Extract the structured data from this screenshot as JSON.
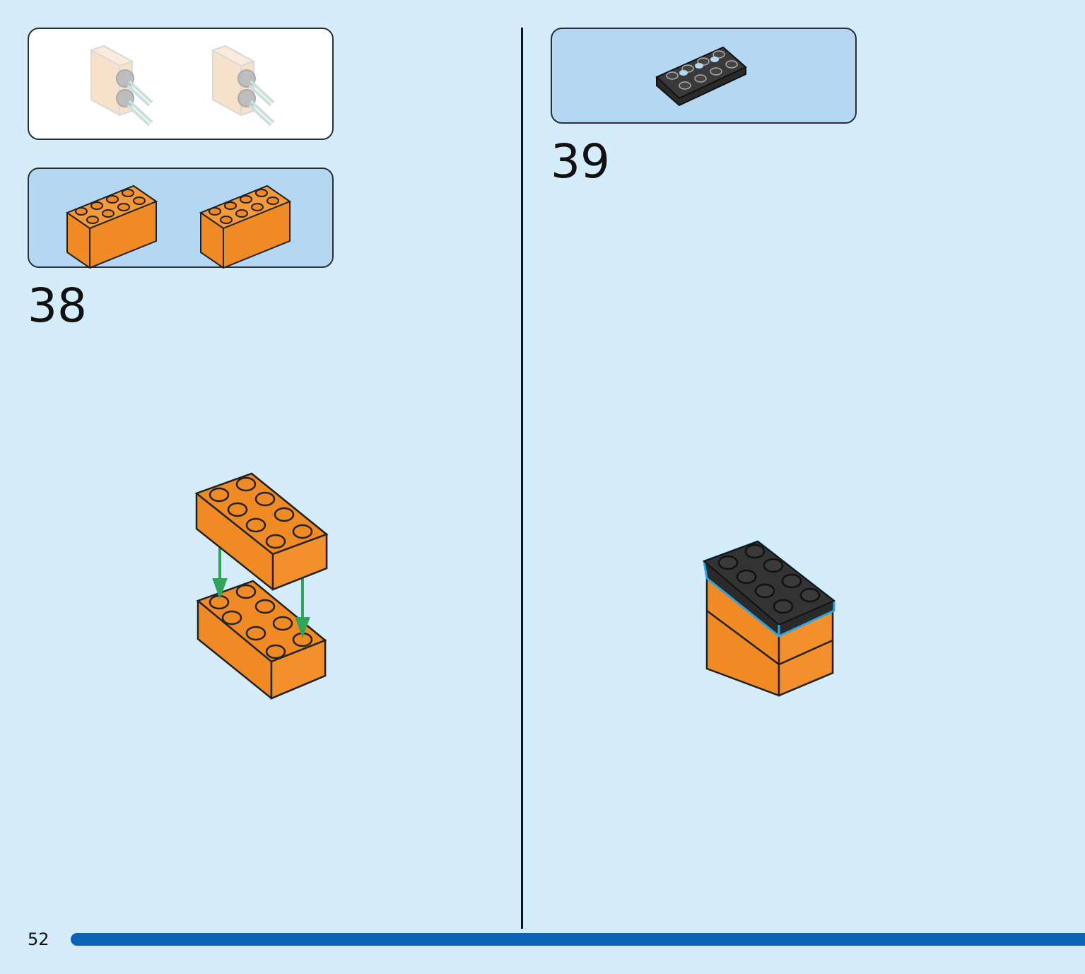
{
  "page": {
    "number": "52"
  },
  "colors": {
    "background": "#d5ecfb",
    "parts_panel": "#b4d7f3",
    "brick_orange": "#f08a24",
    "plate_black": "#2a2a2a",
    "arrow_green": "#2fa55a",
    "highlight_blue": "#2aa5e0",
    "progress_bar": "#0b63b3"
  },
  "steps": [
    {
      "number": "38",
      "parts": [
        {
          "icon": "orange-brick-2x4-icon",
          "qty": 2
        }
      ]
    },
    {
      "number": "39",
      "parts": [
        {
          "icon": "black-plate-2x4-icon",
          "qty": 1
        }
      ]
    }
  ],
  "hint": {
    "icons": [
      "faded-sensor-icon",
      "faded-sensor-icon"
    ]
  }
}
